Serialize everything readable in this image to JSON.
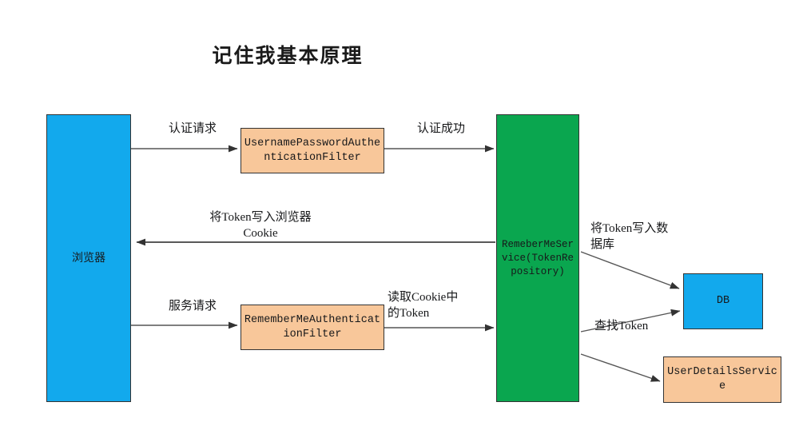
{
  "diagram": {
    "title": "记住我基本原理",
    "nodes": {
      "browser": {
        "label": "浏览器"
      },
      "upaf": {
        "label": "UsernamePasswordAuthenticationFilter"
      },
      "rmaf": {
        "label": "RememberMeAuthenticationFilter"
      },
      "rms": {
        "label": "RemeberMeService(TokenRepository)"
      },
      "db": {
        "label": "DB"
      },
      "uds": {
        "label": "UserDetailsService"
      }
    },
    "edges": [
      {
        "id": "auth-request",
        "label": "认证请求",
        "from": "browser",
        "to": "upaf"
      },
      {
        "id": "auth-success",
        "label": "认证成功",
        "from": "upaf",
        "to": "rms"
      },
      {
        "id": "write-token-cookie",
        "label": "将Token写入浏览器\nCookie",
        "from": "rms",
        "to": "browser"
      },
      {
        "id": "write-token-db",
        "label": "将Token写入数\n据库",
        "from": "rms",
        "to": "db"
      },
      {
        "id": "service-request",
        "label": "服务请求",
        "from": "browser",
        "to": "rmaf"
      },
      {
        "id": "read-cookie-token",
        "label": "读取Cookie中\n的Token",
        "from": "rmaf",
        "to": "rms"
      },
      {
        "id": "find-token",
        "label": "查找Token",
        "from": "rms",
        "to": "db"
      },
      {
        "id": "load-user",
        "label": "",
        "from": "rms",
        "to": "uds"
      }
    ],
    "colors": {
      "blue": "#12a9ed",
      "green": "#0aa64f",
      "peach": "#f8c79a",
      "stroke": "#333333",
      "text": "#17181a",
      "background": "#ffffff"
    }
  }
}
